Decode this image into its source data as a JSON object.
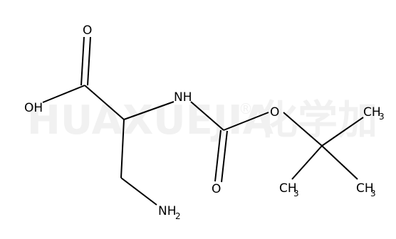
{
  "watermark": {
    "text": "HUAXUEJIA",
    "registered_mark": "®",
    "chinese": "化学加"
  },
  "atoms": {
    "carbonyl_O_top": "O",
    "hydroxyl": "OH",
    "amide_NH": "NH",
    "ester_O": "O",
    "carbonyl_O_bottom": "O",
    "ch3_right_top": {
      "main": "CH",
      "sub": "3"
    },
    "ch3_bottom_left": {
      "main": "CH",
      "sub": "3"
    },
    "ch3_bottom_right": {
      "main": "CH",
      "sub": "3"
    },
    "amine": {
      "main": "NH",
      "sub": "2"
    }
  },
  "colors": {
    "bond": "#000000",
    "label": "#000000",
    "watermark": "#f1f1f1"
  }
}
